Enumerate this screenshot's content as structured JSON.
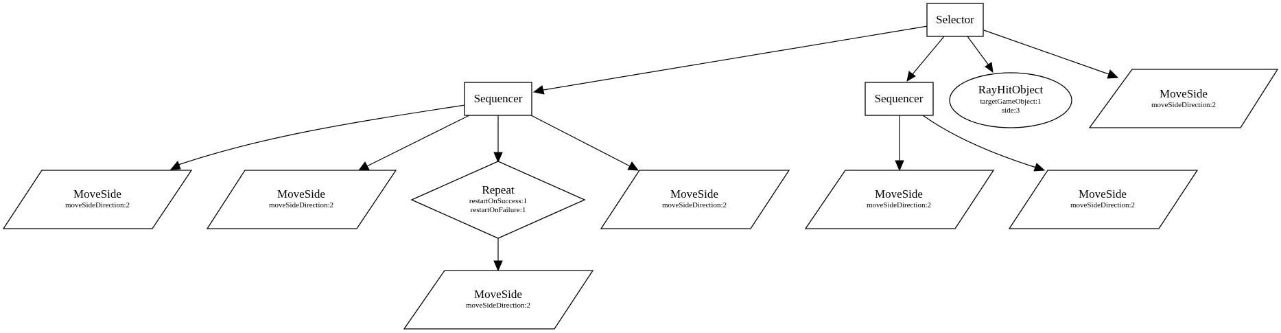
{
  "diagram": {
    "nodes": {
      "selector": {
        "title": "Selector"
      },
      "sequencer_left": {
        "title": "Sequencer"
      },
      "sequencer_right": {
        "title": "Sequencer"
      },
      "rayhit": {
        "title": "RayHitObject",
        "lines": [
          "targetGameObject:1",
          "side:3"
        ]
      },
      "moveside_top_right": {
        "title": "MoveSide",
        "lines": [
          "moveSideDirection:2"
        ]
      },
      "moveside_l1": {
        "title": "MoveSide",
        "lines": [
          "moveSideDirection:2"
        ]
      },
      "moveside_l2": {
        "title": "MoveSide",
        "lines": [
          "moveSideDirection:2"
        ]
      },
      "repeat": {
        "title": "Repeat",
        "lines": [
          "restartOnSuccess:1",
          "restartOnFailure:1"
        ]
      },
      "moveside_l4": {
        "title": "MoveSide",
        "lines": [
          "moveSideDirection:2"
        ]
      },
      "moveside_repeat_child": {
        "title": "MoveSide",
        "lines": [
          "moveSideDirection:2"
        ]
      },
      "moveside_r1": {
        "title": "MoveSide",
        "lines": [
          "moveSideDirection:2"
        ]
      },
      "moveside_r2": {
        "title": "MoveSide",
        "lines": [
          "moveSideDirection:2"
        ]
      }
    }
  }
}
